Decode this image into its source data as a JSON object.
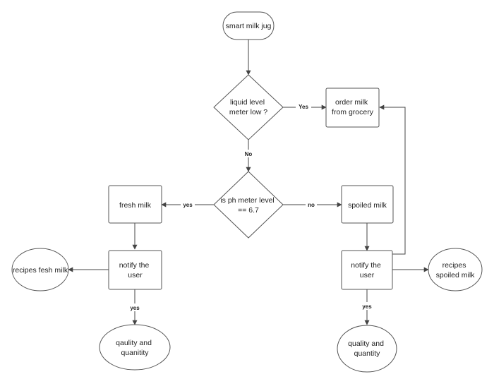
{
  "nodes": {
    "start": [
      "smart milk jug"
    ],
    "decision_level": [
      "liquid level",
      "meter  low ?"
    ],
    "order_milk": [
      "order milk",
      "from grocery"
    ],
    "decision_ph": [
      "is ph meter level",
      "== 6.7"
    ],
    "fresh_milk": [
      "fresh milk"
    ],
    "spoiled_milk": [
      "spoiled milk"
    ],
    "notify_left": [
      "notify the",
      "user"
    ],
    "notify_right": [
      "notify the",
      "user"
    ],
    "recipes_fresh": [
      "recipes fesh milk"
    ],
    "recipes_spoiled": [
      "recipes",
      "spoiled milk"
    ],
    "quality_left": [
      "qaulity and",
      "quanitity"
    ],
    "quality_right": [
      "quality and",
      "quantity"
    ]
  },
  "edge_labels": {
    "level_yes": "Yes",
    "level_no": "No",
    "ph_yes": "yes",
    "ph_no": "no",
    "notify_left_yes": "yes",
    "notify_right_yes": "yes"
  }
}
